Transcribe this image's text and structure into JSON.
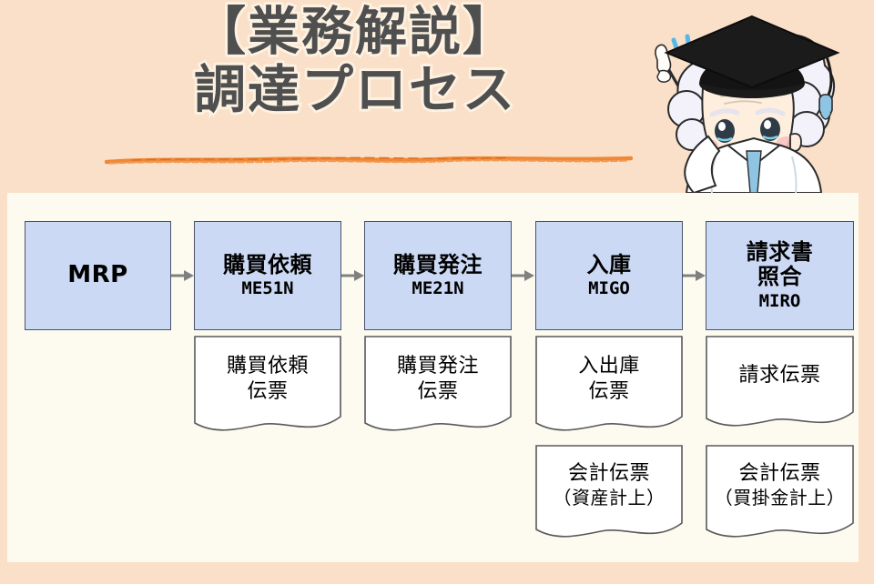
{
  "header": {
    "title_line_1": "【業務解説】",
    "title_line_2": "調達プロセス",
    "title_color": "#4f4f4f",
    "underline_color": "#ef8836",
    "background_color": "#fae0c8",
    "mascot_name": "professor-character"
  },
  "panel": {
    "background_color": "#fdfbef",
    "box_fill_color": "#ccd9f4",
    "box_border_color": "#49536b",
    "doc_fill_color": "#ffffff",
    "doc_border_color": "#595959",
    "arrow_color": "#808080"
  },
  "flow": {
    "steps": [
      {
        "title": "MRP",
        "code": "",
        "single_line": true
      },
      {
        "title": "購買依頼",
        "code": "ME51N",
        "single_line": false
      },
      {
        "title": "購買発注",
        "code": "ME21N",
        "single_line": false
      },
      {
        "title": "入庫",
        "code": "MIGO",
        "single_line": false
      },
      {
        "title": "請求書\n照合",
        "code": "MIRO",
        "single_line": false
      }
    ],
    "step_titles": {
      "s1": "MRP",
      "s2": "購買依頼",
      "s3": "購買発注",
      "s4": "入庫",
      "s5_line1": "請求書",
      "s5_line2": "照合"
    },
    "step_codes": {
      "s2": "ME51N",
      "s3": "ME21N",
      "s4": "MIGO",
      "s5": "MIRO"
    },
    "arrows": [
      "arrow-1",
      "arrow-2",
      "arrow-3",
      "arrow-4"
    ]
  },
  "documents": {
    "row1": {
      "d2_line1": "購買依頼",
      "d2_line2": "伝票",
      "d3_line1": "購買発注",
      "d3_line2": "伝票",
      "d4_line1": "入出庫",
      "d4_line2": "伝票",
      "d5_line1": "請求伝票"
    },
    "row2": {
      "d4_line1": "会計伝票",
      "d4_line2": "（資産計上）",
      "d5_line1": "会計伝票",
      "d5_line2": "（買掛金計上）"
    }
  }
}
